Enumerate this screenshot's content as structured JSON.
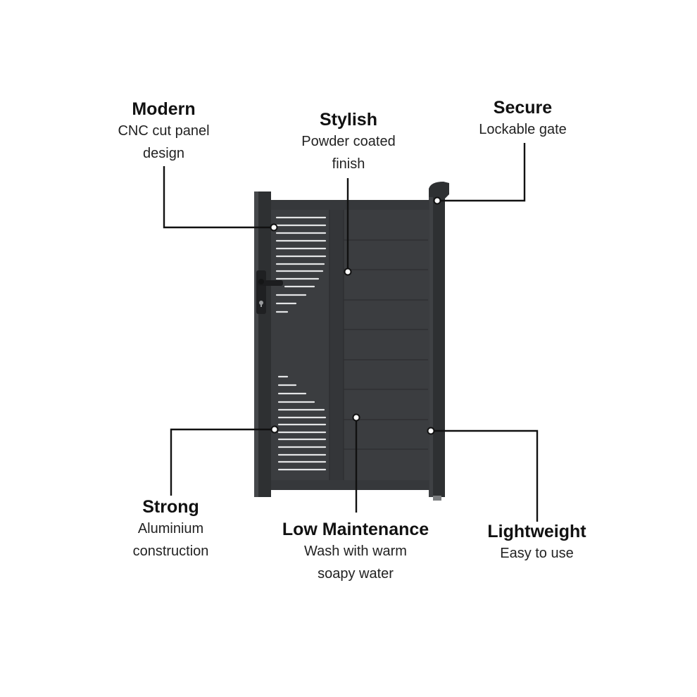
{
  "callouts": {
    "modern": {
      "title": "Modern",
      "desc1": "CNC cut panel",
      "desc2": "design"
    },
    "stylish": {
      "title": "Stylish",
      "desc1": "Powder coated",
      "desc2": "finish"
    },
    "secure": {
      "title": "Secure",
      "desc1": "Lockable gate"
    },
    "strong": {
      "title": "Strong",
      "desc1": "Aluminium",
      "desc2": "construction"
    },
    "lowmaint": {
      "title": "Low Maintenance",
      "desc1": "Wash with warm",
      "desc2": "soapy water"
    },
    "light": {
      "title": "Lightweight",
      "desc1": "Easy to use"
    }
  },
  "colors": {
    "gate": "#3b3d40",
    "gate_dark": "#2b2c2e",
    "frame": "#333537",
    "slot": "#e6e7e8",
    "line": "#111111"
  },
  "icons": {
    "handle": "lever-handle-icon",
    "lock": "keyhole-icon"
  }
}
